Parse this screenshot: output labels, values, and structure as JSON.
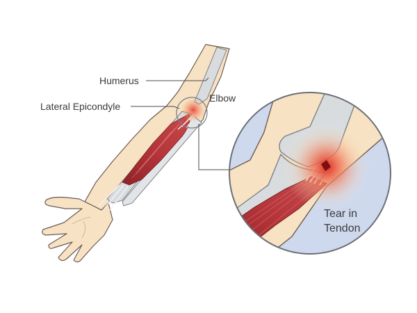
{
  "labels": {
    "humerus": "Humerus",
    "lateral_epicondyle": "Lateral Epicondyle",
    "elbow": "Elbow",
    "tear_line1": "Tear in",
    "tear_line2": "Tendon"
  },
  "colors": {
    "skin": "#f7e2c3",
    "skin_outline": "#6b5a50",
    "bone": "#d9dcdf",
    "bone_outline": "#7a7f86",
    "muscle": "#b5353a",
    "muscle_dark": "#8e2328",
    "tendon": "#f4f4f4",
    "injury_glow": "#e8433b",
    "inset_background": "#cfd9ee",
    "leader_line": "#4a4a4a"
  }
}
